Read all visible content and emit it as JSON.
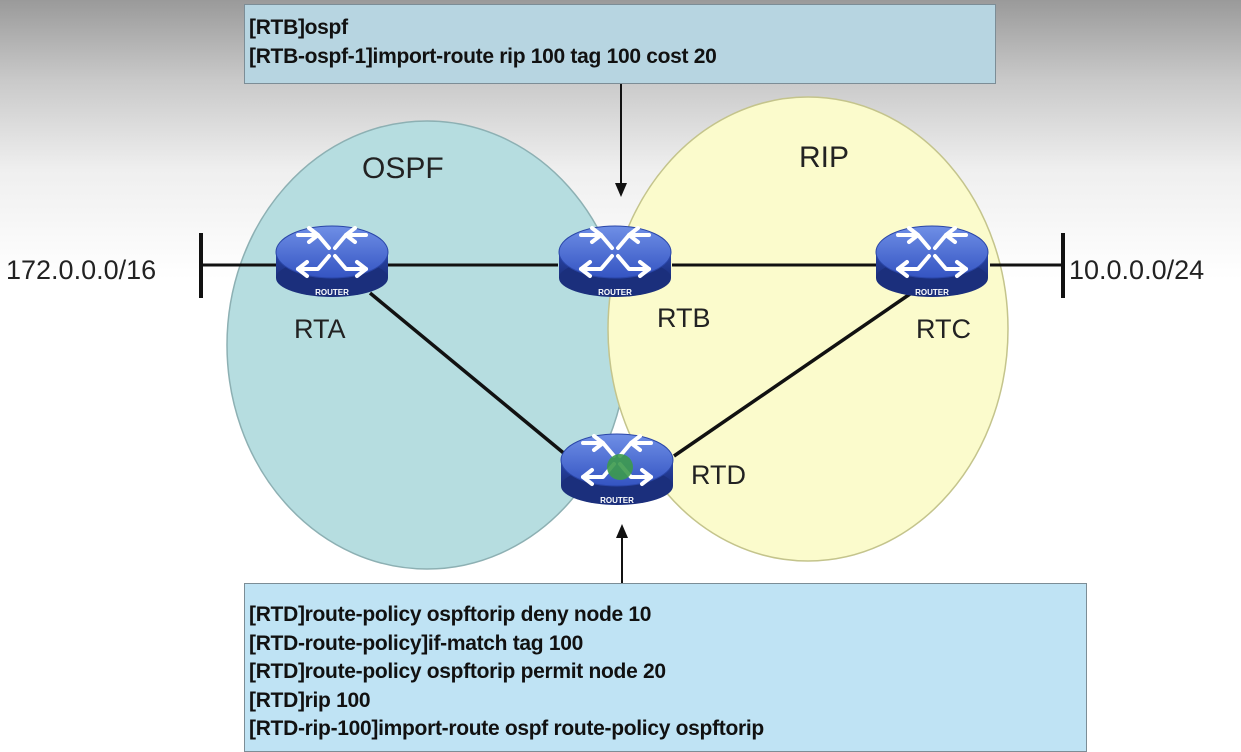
{
  "areas": {
    "ospf_label": "OSPF",
    "rip_label": "RIP"
  },
  "routers": {
    "rta": {
      "name": "RTA",
      "badge": "ROUTER"
    },
    "rtb": {
      "name": "RTB",
      "badge": "ROUTER"
    },
    "rtc": {
      "name": "RTC",
      "badge": "ROUTER"
    },
    "rtd": {
      "name": "RTD",
      "badge": "ROUTER"
    }
  },
  "networks": {
    "left": "172.0.0.0/16",
    "right": "10.0.0.0/24"
  },
  "top_commands": [
    "[RTB]ospf",
    "[RTB-ospf-1]import-route rip 100 tag 100 cost 20"
  ],
  "bottom_commands": [
    "[RTD]route-policy ospftorip deny node 10",
    "[RTD-route-policy]if-match tag 100",
    "[RTD]route-policy ospftorip permit node 20",
    "[RTD]rip 100",
    "[RTD-rip-100]import-route ospf route-policy ospftorip"
  ],
  "colors": {
    "ospf_area": "#b6dde0",
    "rip_area": "#fbfbcc",
    "router_body": "#3556c4",
    "link": "#111111"
  }
}
